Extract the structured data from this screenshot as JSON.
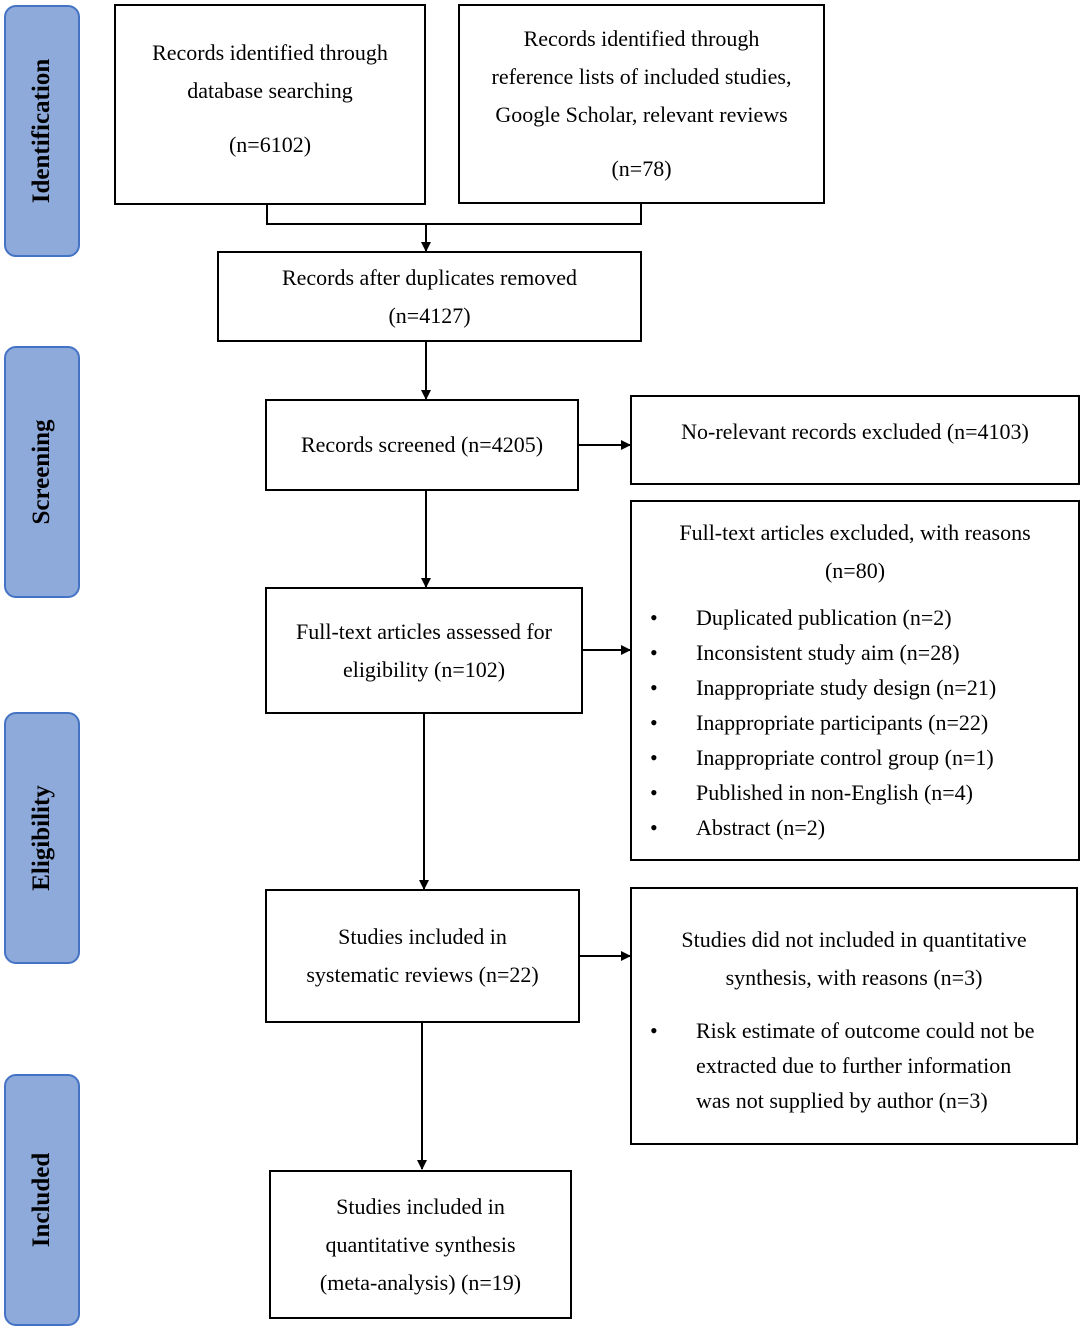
{
  "phases": {
    "identification": "Identification",
    "screening": "Screening",
    "eligibility": "Eligibility",
    "included": "Included"
  },
  "boxes": {
    "database": {
      "lines": [
        "Records identified through",
        "database searching"
      ],
      "count": "(n=6102)"
    },
    "other_sources": {
      "lines": [
        "Records identified through",
        "reference lists of included studies,",
        "Google Scholar, relevant reviews"
      ],
      "count": "(n=78)"
    },
    "after_duplicates": {
      "lines": [
        "Records after duplicates removed"
      ],
      "count": "(n=4127)"
    },
    "screened": {
      "lines": [
        "Records screened (n=4205)"
      ]
    },
    "excluded_records": {
      "lines": [
        "No-relevant records excluded (n=4103)"
      ]
    },
    "full_text": {
      "lines": [
        "Full-text articles assessed for",
        "eligibility (n=102)"
      ]
    },
    "full_text_excluded": {
      "lines": [
        "Full-text articles excluded, with reasons",
        "(n=80)"
      ],
      "items": [
        "Duplicated publication (n=2)",
        "Inconsistent study aim (n=28)",
        "Inappropriate study design (n=21)",
        "Inappropriate participants (n=22)",
        "Inappropriate control group (n=1)",
        "Published in non-English (n=4)",
        "Abstract (n=2)"
      ]
    },
    "systematic": {
      "lines": [
        "Studies included in",
        "systematic reviews (n=22)"
      ]
    },
    "not_quantitative": {
      "lines": [
        "Studies did not included in quantitative",
        "synthesis, with reasons (n=3)"
      ],
      "items": [
        "Risk estimate of outcome could not be",
        "extracted due to further information",
        "was not supplied by author (n=3)"
      ]
    },
    "meta": {
      "lines": [
        "Studies included in",
        "quantitative synthesis",
        "(meta-analysis) (n=19)"
      ]
    }
  },
  "colors": {
    "phase_fill": "#8eaadb",
    "phase_border": "#4472c4"
  }
}
